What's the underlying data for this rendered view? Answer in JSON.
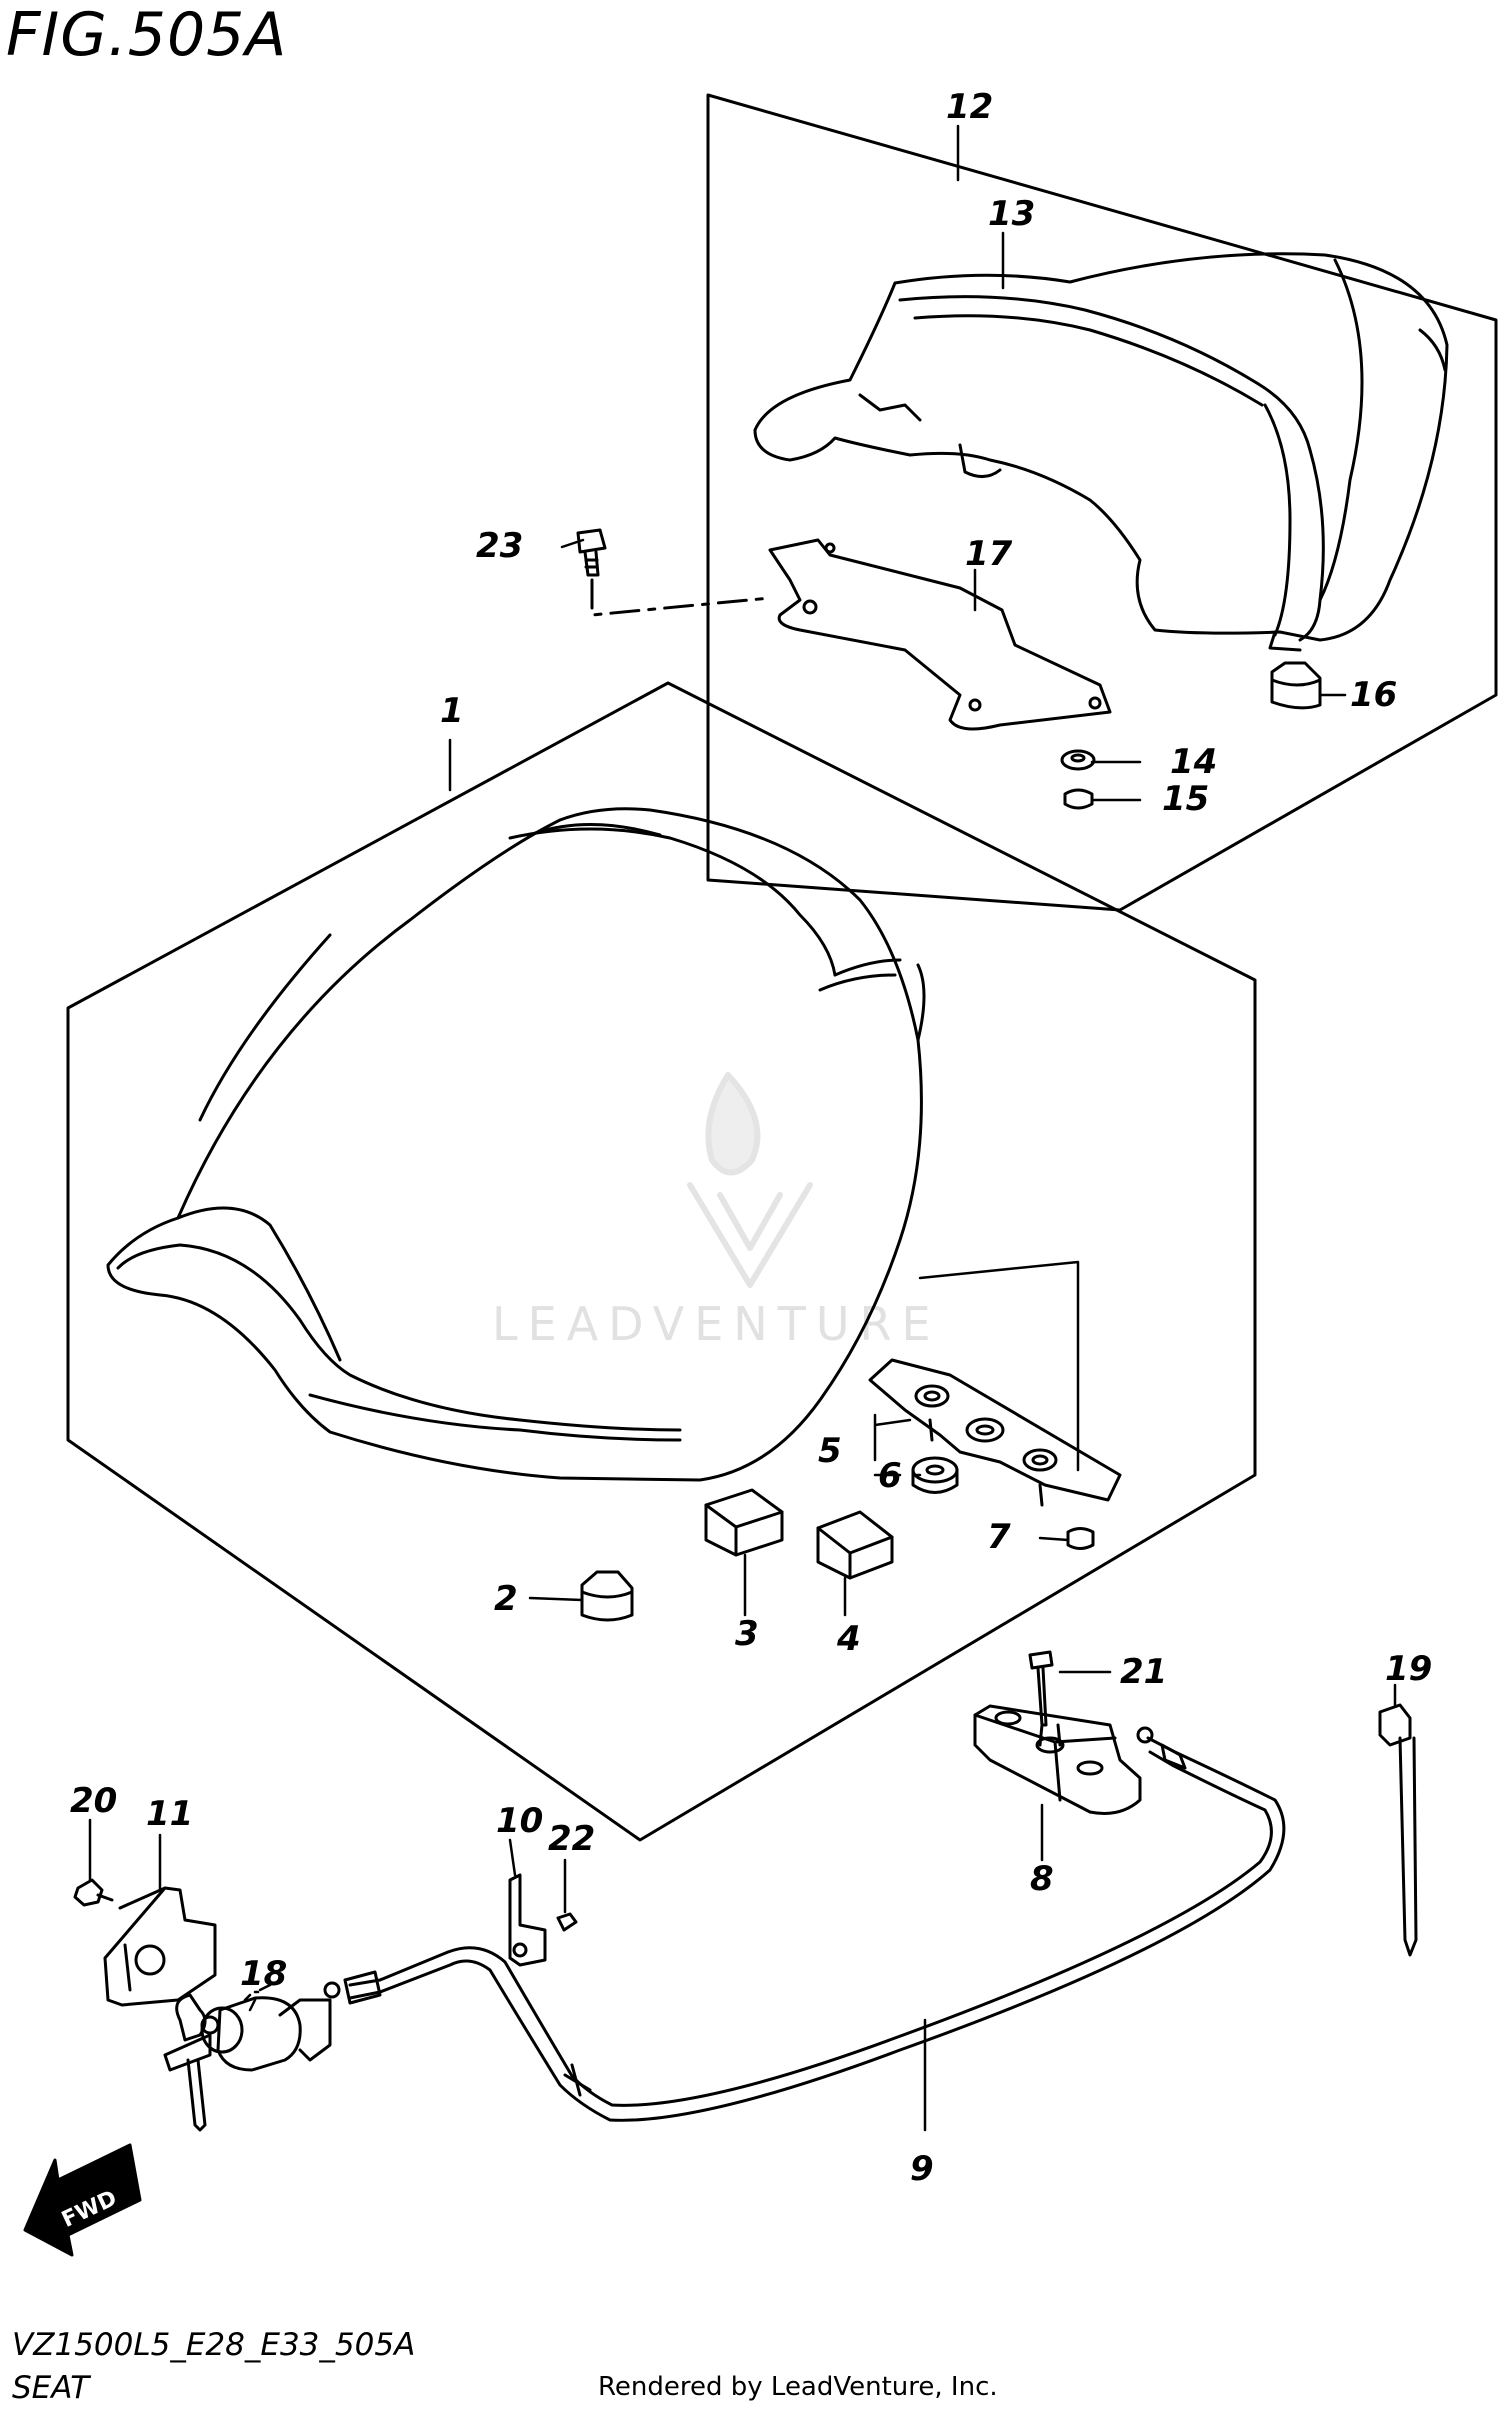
{
  "figure": {
    "title": "FIG.505A",
    "model_code": "VZ1500L5_E28_E33_505A",
    "section_name": "SEAT",
    "render_credit": "Rendered by LeadVenture, Inc."
  },
  "watermark": {
    "text": "LEADVENTURE"
  },
  "direction_marker": {
    "label": "FWD"
  },
  "callouts": {
    "c1": "1",
    "c2": "2",
    "c3": "3",
    "c4": "4",
    "c5": "5",
    "c6": "6",
    "c7": "7",
    "c8": "8",
    "c9": "9",
    "c10": "10",
    "c11": "11",
    "c12": "12",
    "c13": "13",
    "c14": "14",
    "c15": "15",
    "c16": "16",
    "c17": "17",
    "c18": "18",
    "c19": "19",
    "c20": "20",
    "c21": "21",
    "c22": "22",
    "c23": "23"
  },
  "colors": {
    "line": "#000000",
    "background": "#ffffff",
    "watermark": "#e1e1e1"
  }
}
